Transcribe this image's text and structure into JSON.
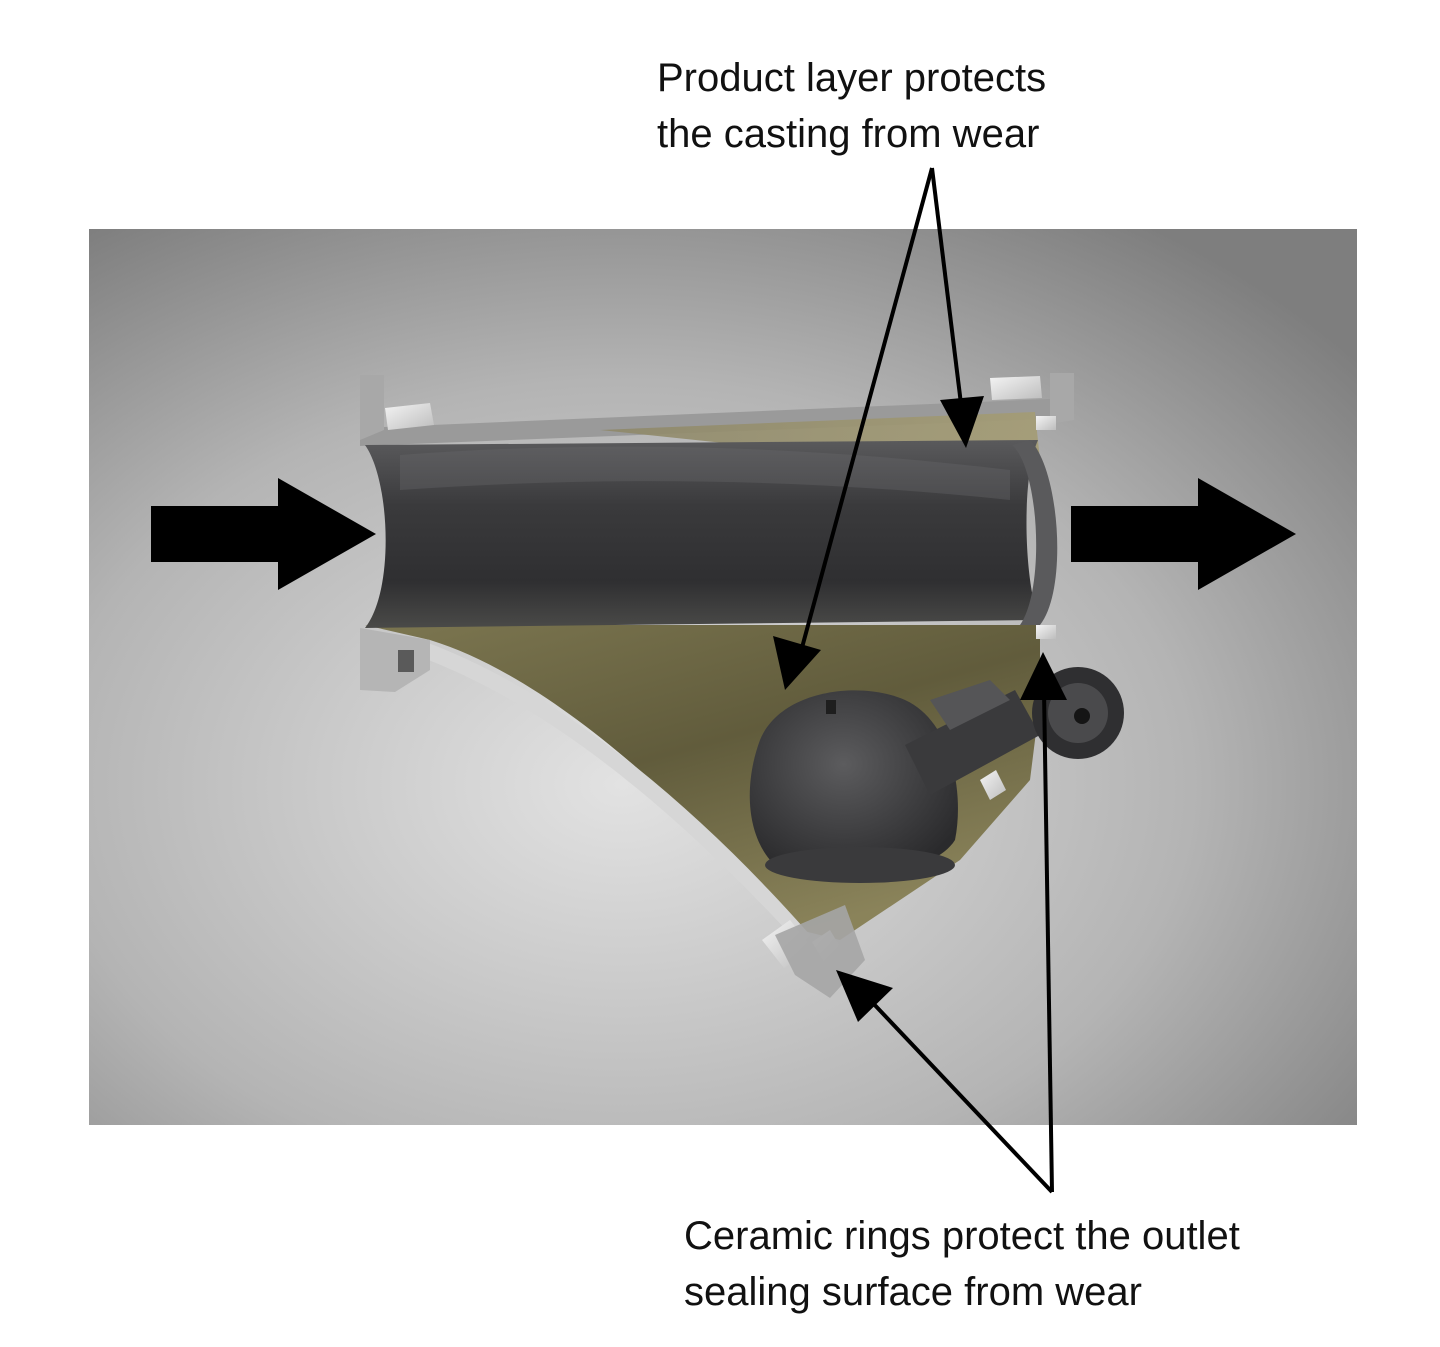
{
  "annotations": {
    "product_layer": {
      "line1": "Product layer protects",
      "line2": "the casting from wear"
    },
    "ceramic_rings": {
      "line1": "Ceramic rings protect the outlet",
      "line2": "sealing surface from wear"
    }
  },
  "colors": {
    "background_light": "#dcdcdc",
    "background_dark": "#8a8a8a",
    "product_layer": "#6f6a45",
    "casting_dark": "#3c3c3e",
    "ceramic_ring": "#e8e8e8",
    "arrow": "#000000"
  },
  "flow": {
    "inlet_arrow": "flow-in",
    "outlet_arrow": "flow-out"
  }
}
